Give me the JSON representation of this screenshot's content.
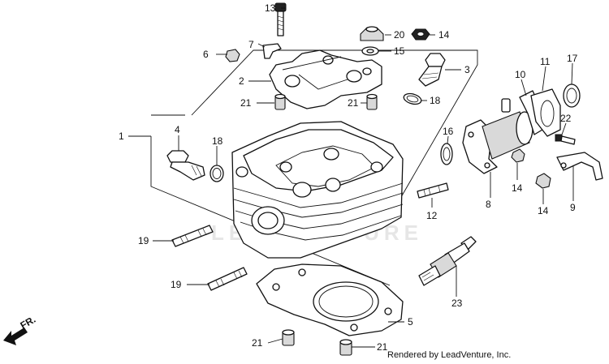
{
  "watermark": "LEADVENTURE",
  "credit": "Rendered by LeadVenture, Inc.",
  "direction_label": "FR.",
  "callouts": {
    "c1": "1",
    "c2": "2",
    "c3": "3",
    "c4": "4",
    "c5": "5",
    "c6": "6",
    "c7": "7",
    "c8": "8",
    "c9": "9",
    "c10": "10",
    "c11": "11",
    "c12": "12",
    "c13": "13",
    "c14a": "14",
    "c14b": "14",
    "c14c": "14",
    "c15": "15",
    "c16": "16",
    "c17": "17",
    "c18a": "18",
    "c18b": "18",
    "c19a": "19",
    "c19b": "19",
    "c20": "20",
    "c21a": "21",
    "c21b": "21",
    "c21c": "21",
    "c21d": "21",
    "c22": "22",
    "c23": "23"
  }
}
